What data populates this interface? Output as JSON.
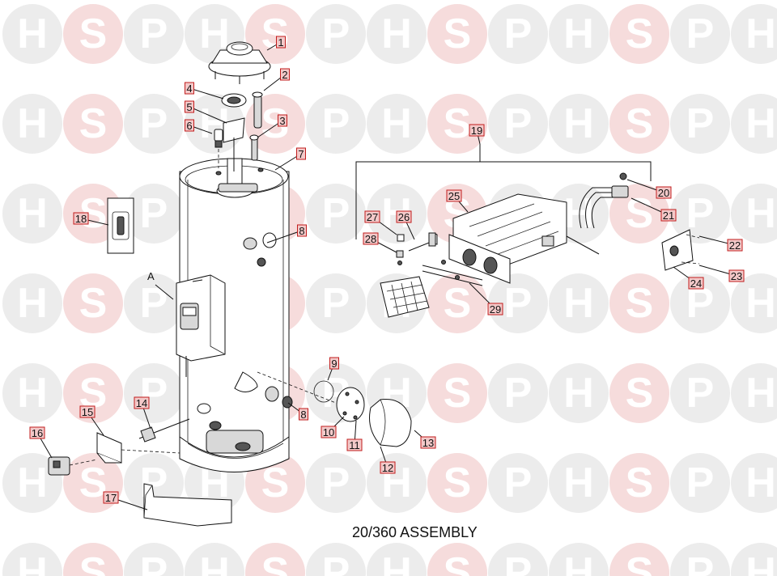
{
  "watermark": {
    "letters": [
      "H",
      "S",
      "P"
    ]
  },
  "diagram": {
    "title": "20/360 ASSEMBLY",
    "section_label": "A",
    "callouts": [
      "1",
      "2",
      "3",
      "4",
      "5",
      "6",
      "7",
      "8",
      "8",
      "9",
      "10",
      "11",
      "12",
      "13",
      "14",
      "15",
      "16",
      "17",
      "18",
      "19",
      "20",
      "21",
      "22",
      "23",
      "24",
      "25",
      "26",
      "27",
      "28",
      "29"
    ]
  },
  "colors": {
    "label_fill": "#f3c9c9",
    "label_border": "#c21d1d",
    "watermark_s": "#f6dcdc",
    "watermark_hp": "#ececec"
  }
}
